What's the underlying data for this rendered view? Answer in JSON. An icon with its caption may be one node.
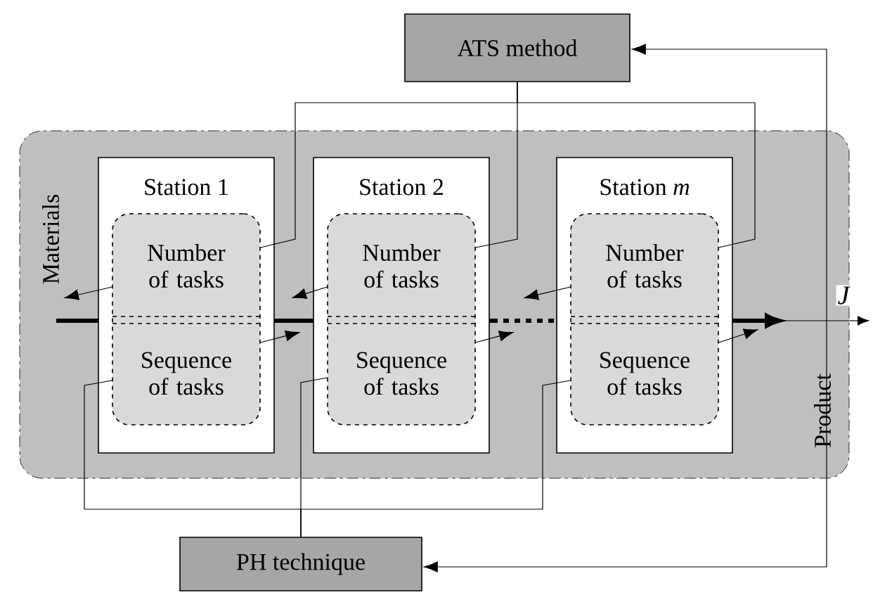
{
  "diagram": {
    "nodes": [
      {
        "text": [
          "ATS method"
        ]
      },
      {
        "text": [
          "Materials",
          "Product"
        ]
      },
      {
        "text": [
          "Station 1"
        ],
        "in": 1
      },
      {
        "text": [],
        "shape": "box",
        "in": 2
      },
      {
        "text": [
          "Number of tasks"
        ],
        "in": 3
      },
      {
        "text": [
          "Sequence of tasks"
        ],
        "in": 3
      },
      {
        "text": [
          "Station 2"
        ],
        "in": 1
      },
      {
        "text": [],
        "shape": "box",
        "in": 6
      },
      {
        "text": [
          "Number of tasks"
        ],
        "in": 7
      },
      {
        "text": [
          "Sequence of tasks"
        ],
        "in": 7
      },
      {
        "text": [
          "Station *m*"
        ],
        "in": 1
      },
      {
        "text": [],
        "shape": "box",
        "in": 10
      },
      {
        "text": [
          "Number of tasks"
        ],
        "in": 11
      },
      {
        "text": [
          "Sequence of tasks"
        ],
        "in": 11
      },
      {
        "text": [
          "PH technique"
        ]
      }
    ],
    "edges": [
      {
        "from": 0,
        "to": 4,
        "arrow": "none"
      },
      {
        "from": 0,
        "to": 8,
        "arrow": "none"
      },
      {
        "from": 0,
        "to": 12,
        "arrow": "none"
      },
      {
        "from": 14,
        "to": 5,
        "arrow": "none"
      },
      {
        "from": 14,
        "to": 9,
        "arrow": "none"
      },
      {
        "from": 14,
        "to": 13,
        "arrow": "none"
      },
      {
        "from": 4,
        "to": null,
        "arrow": "to"
      },
      {
        "from": 8,
        "to": null,
        "arrow": "to"
      },
      {
        "from": 12,
        "to": null,
        "arrow": "to"
      },
      {
        "from": 5,
        "to": null,
        "arrow": "to"
      },
      {
        "from": 9,
        "to": null,
        "arrow": "to"
      },
      {
        "from": 13,
        "to": null,
        "arrow": "to"
      },
      {
        "from": 1,
        "to": null,
        "arrow": "to",
        "label": "J"
      },
      {
        "from": null,
        "to": 0,
        "arrow": "to"
      },
      {
        "from": null,
        "to": 14,
        "arrow": "to"
      }
    ]
  }
}
